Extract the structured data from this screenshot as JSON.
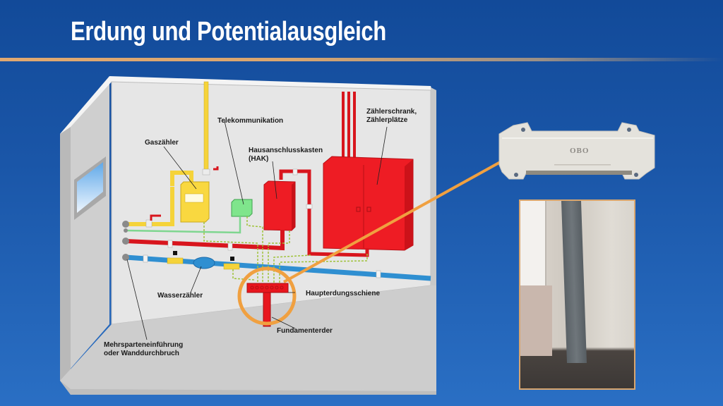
{
  "slide": {
    "title": "Erdung und Potentialausgleich",
    "colors": {
      "background": "#1a56a8",
      "title_text": "#ffffff",
      "accent_rule": "#d9a66f",
      "highlight_circle": "#f0a040",
      "wall": "#e6e6e6",
      "electric": "#e8161e",
      "gas": "#f5d33a",
      "water": "#2f8fd1",
      "telecom": "#7fe08a"
    }
  },
  "diagram": {
    "labels": {
      "telekommunikation": "Telekommunikation",
      "gaszaehler": "Gaszähler",
      "hak_line1": "Hausanschlusskasten",
      "hak_line2": "(HAK)",
      "zaehlerschrank_line1": "Zählerschrank,",
      "zaehlerschrank_line2": "Zählerplätze",
      "wasserzaehler": "Wasserzähler",
      "haupterdungsschiene": "Haupterdungsschiene",
      "fundamenterder": "Fundamenterder",
      "einfuehrung_line1": "Mehrsparteneinführung",
      "einfuehrung_line2": "oder Wanddurchbruch"
    }
  },
  "photos": {
    "busbar_brand": "OBO",
    "busbar_alt": "Haupterdungsschiene (OBO) photo",
    "ground_alt": "Fundamenterder-Anschlussfahne photo"
  }
}
